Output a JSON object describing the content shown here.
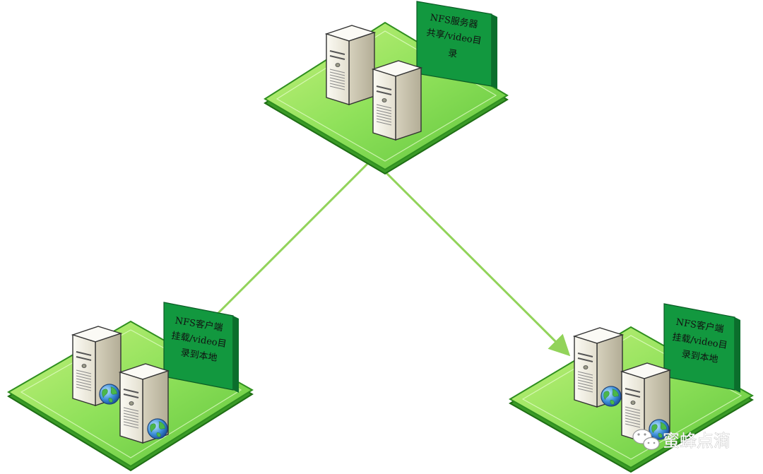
{
  "nodes": {
    "server": {
      "label_lines": [
        "NFS服务器",
        "共享/video目",
        "录"
      ]
    },
    "client_left": {
      "label_lines": [
        "NFS客户端",
        "挂载/video目",
        "录到本地"
      ]
    },
    "client_right": {
      "label_lines": [
        "NFS客户端",
        "挂载/video目",
        "录到本地"
      ]
    }
  },
  "watermark": {
    "text": "蜜蜂点滴",
    "icon": "wechat-icon"
  },
  "colors": {
    "platform_fill": "#8ee05a",
    "platform_edge": "#2f8f1f",
    "link_line": "#92d35a",
    "sign_fill": "#19a848",
    "server_body": "#f1efe6"
  }
}
